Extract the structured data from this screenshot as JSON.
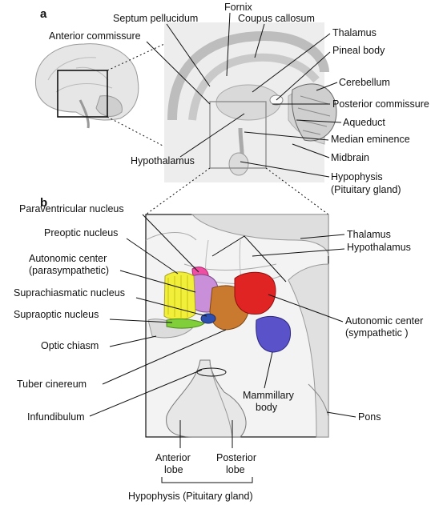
{
  "panel_a": {
    "letter": "a",
    "labels": {
      "fornix": "Fornix",
      "septum": "Septum pellucidum",
      "corpus_callosum": "Coupus callosum",
      "anterior_commissure": "Anterior commissure",
      "thalamus": "Thalamus",
      "pineal": "Pineal body",
      "cerebellum": "Cerebellum",
      "posterior_commissure": "Posterior commissure",
      "aqueduct": "Aqueduct",
      "median_eminence": "Median eminence",
      "midbrain": "Midbrain",
      "hypothalamus": "Hypothalamus",
      "hypophysis_line1": "Hypophysis",
      "hypophysis_line2": "(Pituitary gland)"
    }
  },
  "panel_b": {
    "letter": "b",
    "labels": {
      "paraventricular": "Paraventricular nucleus",
      "preoptic": "Preoptic nucleus",
      "autonomic_para_line1": "Autonomic center",
      "autonomic_para_line2": "(parasympathetic)",
      "suprachiasmatic": "Suprachiasmatic nucleus",
      "supraoptic": "Supraoptic nucleus",
      "optic_chiasm": "Optic chiasm",
      "tuber_cinereum": "Tuber cinereum",
      "infundibulum": "Infundibulum",
      "thalamus": "Thalamus",
      "hypothalamus": "Hypothalamus",
      "autonomic_symp_line1": "Autonomic center",
      "autonomic_symp_line2": "(sympathetic )",
      "mammillary_line1": "Mammillary",
      "mammillary_line2": "body",
      "pons": "Pons",
      "anterior_lobe_line1": "Anterior",
      "anterior_lobe_line2": "lobe",
      "posterior_lobe_line1": "Posterior",
      "posterior_lobe_line2": "lobe",
      "hypophysis_caption": "Hypophysis (Pituitary gland)"
    }
  },
  "colors": {
    "preoptic": "#ef4fa0",
    "autonomic_parasympathetic": "#c98fd8",
    "supraoptic_yellow": "#f2ef3a",
    "suprachiasmatic": "#2f4fb0",
    "supraoptic_green": "#7fce3a",
    "tuber_orange": "#c97a2e",
    "autonomic_sympathetic": "#e02424",
    "mammillary": "#5a52c8"
  }
}
